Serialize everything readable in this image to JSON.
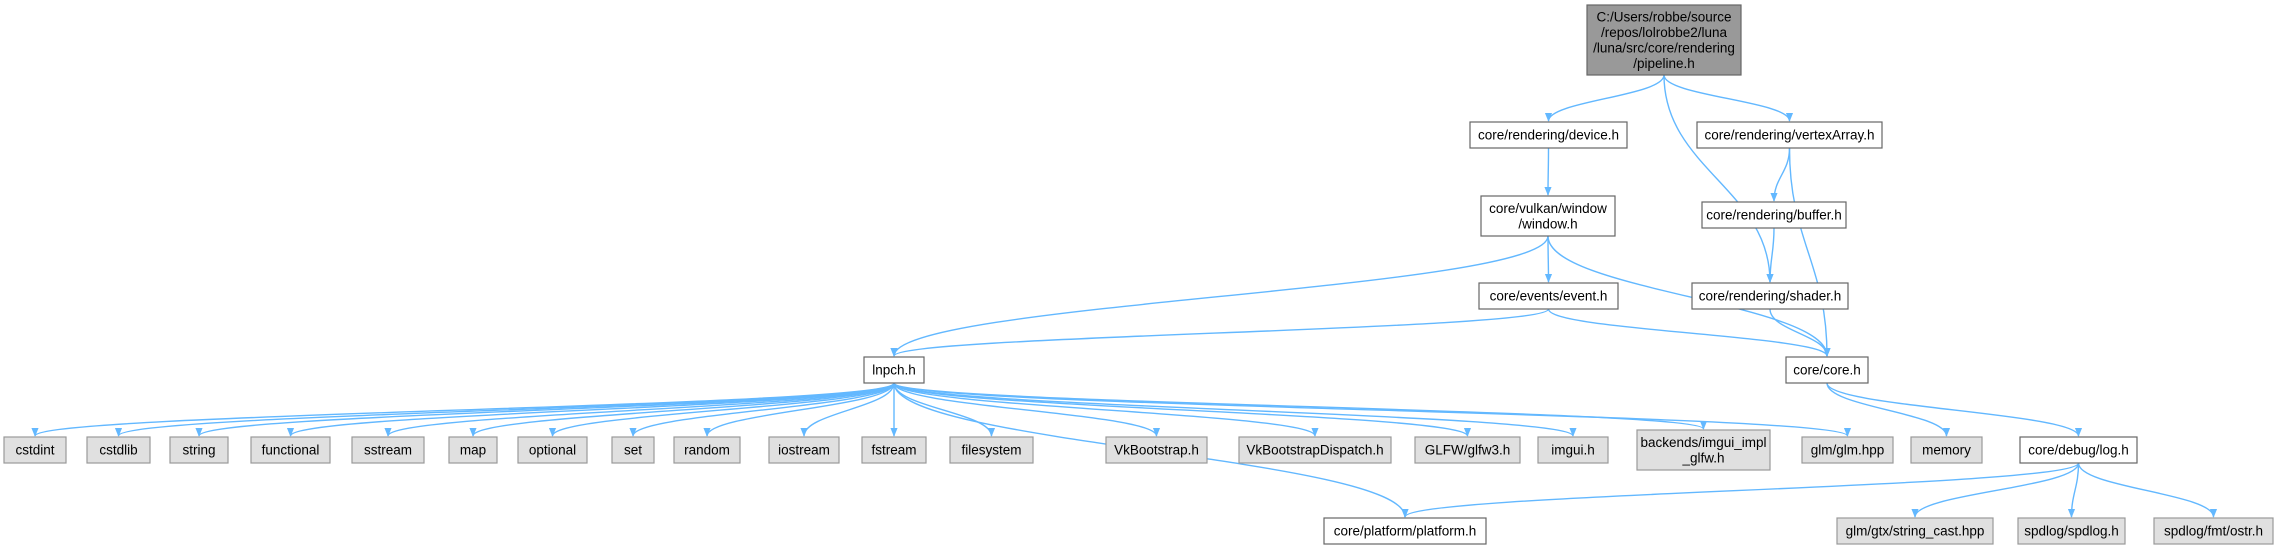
{
  "colors": {
    "root_fill": "#999999",
    "root_stroke": "#666666",
    "local_fill": "#ffffff",
    "local_stroke": "#666666",
    "system_fill": "#e0e0e0",
    "system_stroke": "#999999",
    "edge": "#63b8ff"
  },
  "nodes": {
    "pipeline": [
      "C:/Users/robbe/source",
      "/repos/lolrobbe2/luna",
      "/luna/src/core/rendering",
      "/pipeline.h"
    ],
    "device": [
      "core/rendering/device.h"
    ],
    "vertexArray": [
      "core/rendering/vertexArray.h"
    ],
    "window": [
      "core/vulkan/window",
      "/window.h"
    ],
    "buffer": [
      "core/rendering/buffer.h"
    ],
    "event": [
      "core/events/event.h"
    ],
    "shader": [
      "core/rendering/shader.h"
    ],
    "lnpch": [
      "lnpch.h"
    ],
    "core": [
      "core/core.h"
    ],
    "cstdint": [
      "cstdint"
    ],
    "cstdlib": [
      "cstdlib"
    ],
    "string": [
      "string"
    ],
    "functional": [
      "functional"
    ],
    "sstream": [
      "sstream"
    ],
    "map": [
      "map"
    ],
    "optional": [
      "optional"
    ],
    "set": [
      "set"
    ],
    "random": [
      "random"
    ],
    "iostream": [
      "iostream"
    ],
    "fstream": [
      "fstream"
    ],
    "filesystem": [
      "filesystem"
    ],
    "vkbootstrap": [
      "VkBootstrap.h"
    ],
    "vkbootstrapdispatch": [
      "VkBootstrapDispatch.h"
    ],
    "glfw3": [
      "GLFW/glfw3.h"
    ],
    "imgui": [
      "imgui.h"
    ],
    "imguiimpl": [
      "backends/imgui_impl",
      "_glfw.h"
    ],
    "glm": [
      "glm/glm.hpp"
    ],
    "memory": [
      "memory"
    ],
    "log": [
      "core/debug/log.h"
    ],
    "platform": [
      "core/platform/platform.h"
    ],
    "stringcast": [
      "glm/gtx/string_cast.hpp"
    ],
    "spdlog": [
      "spdlog/spdlog.h"
    ],
    "ostr": [
      "spdlog/fmt/ostr.h"
    ]
  },
  "edges": [
    [
      "pipeline",
      "device"
    ],
    [
      "pipeline",
      "vertexArray"
    ],
    [
      "pipeline",
      "shader"
    ],
    [
      "device",
      "window"
    ],
    [
      "window",
      "event"
    ],
    [
      "window",
      "lnpch"
    ],
    [
      "window",
      "core"
    ],
    [
      "event",
      "lnpch"
    ],
    [
      "event",
      "core"
    ],
    [
      "vertexArray",
      "buffer"
    ],
    [
      "vertexArray",
      "core"
    ],
    [
      "buffer",
      "shader"
    ],
    [
      "shader",
      "core"
    ],
    [
      "lnpch",
      "cstdint"
    ],
    [
      "lnpch",
      "cstdlib"
    ],
    [
      "lnpch",
      "string"
    ],
    [
      "lnpch",
      "functional"
    ],
    [
      "lnpch",
      "sstream"
    ],
    [
      "lnpch",
      "map"
    ],
    [
      "lnpch",
      "optional"
    ],
    [
      "lnpch",
      "set"
    ],
    [
      "lnpch",
      "random"
    ],
    [
      "lnpch",
      "iostream"
    ],
    [
      "lnpch",
      "fstream"
    ],
    [
      "lnpch",
      "filesystem"
    ],
    [
      "lnpch",
      "vkbootstrap"
    ],
    [
      "lnpch",
      "vkbootstrapdispatch"
    ],
    [
      "lnpch",
      "glfw3"
    ],
    [
      "lnpch",
      "imgui"
    ],
    [
      "lnpch",
      "imguiimpl"
    ],
    [
      "lnpch",
      "glm"
    ],
    [
      "lnpch",
      "platform"
    ],
    [
      "core",
      "memory"
    ],
    [
      "core",
      "log"
    ],
    [
      "log",
      "platform"
    ],
    [
      "log",
      "stringcast"
    ],
    [
      "log",
      "spdlog"
    ],
    [
      "log",
      "ostr"
    ]
  ]
}
